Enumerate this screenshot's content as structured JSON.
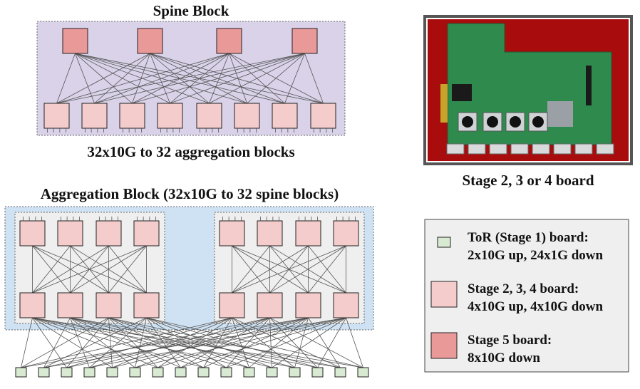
{
  "spine_block": {
    "title": "Spine Block",
    "caption": "32x10G to 32 aggregation blocks"
  },
  "board_photo": {
    "caption": "Stage 2, 3 or 4 board"
  },
  "aggregation_block": {
    "title": "Aggregation Block (32x10G to 32 spine blocks)"
  },
  "legend": {
    "items": [
      {
        "lines": [
          "ToR (Stage 1) board:",
          "2x10G up, 24x1G down"
        ]
      },
      {
        "lines": [
          "Stage 2, 3, 4 board:",
          "4x10G up, 4x10G down"
        ]
      },
      {
        "lines": [
          "Stage 5 board:",
          "8x10G down"
        ]
      }
    ]
  },
  "colors": {
    "spine_bg": "#d9d2e9",
    "agg_bg": "#cfe2f3",
    "sub_bg": "#efefef",
    "stage5": "#ea9999",
    "stage234": "#f4cccc",
    "tor": "#d9ead3",
    "legend_bg": "#efefef",
    "pcb": "#2f8a4e",
    "backdrop": "#a80c0c"
  }
}
